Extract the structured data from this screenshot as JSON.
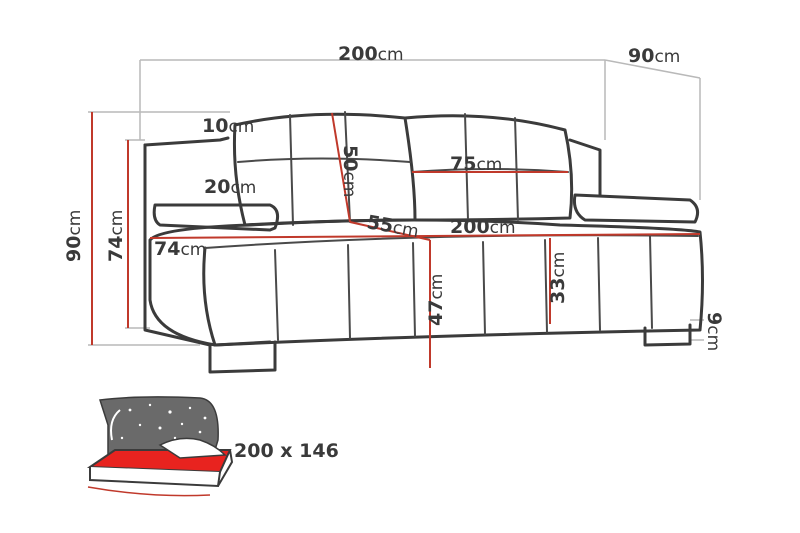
{
  "dimensions": {
    "overall_width": {
      "value": "200",
      "unit": "cm"
    },
    "depth": {
      "value": "90",
      "unit": "cm"
    },
    "back_thickness": {
      "value": "10",
      "unit": "cm"
    },
    "backrest_height": {
      "value": "50",
      "unit": "cm"
    },
    "cushion_width": {
      "value": "75",
      "unit": "cm"
    },
    "armrest_height": {
      "value": "20",
      "unit": "cm"
    },
    "seat_depth": {
      "value": "55",
      "unit": "cm"
    },
    "seat_width": {
      "value": "200",
      "unit": "cm"
    },
    "total_height": {
      "value": "90",
      "unit": "cm"
    },
    "back_height": {
      "value": "74",
      "unit": "cm"
    },
    "side_depth": {
      "value": "74",
      "unit": "cm"
    },
    "seat_height": {
      "value": "47",
      "unit": "cm"
    },
    "base_height": {
      "value": "33",
      "unit": "cm"
    },
    "leg_height": {
      "value": "9",
      "unit": "cm"
    }
  },
  "sleeping_area": {
    "label": "200 x 146"
  },
  "colors": {
    "outline": "#3b3b3b",
    "dimension_line": "#c0392b",
    "bed_surface": "#e8231f",
    "storage_dark": "#6a6a6a"
  }
}
